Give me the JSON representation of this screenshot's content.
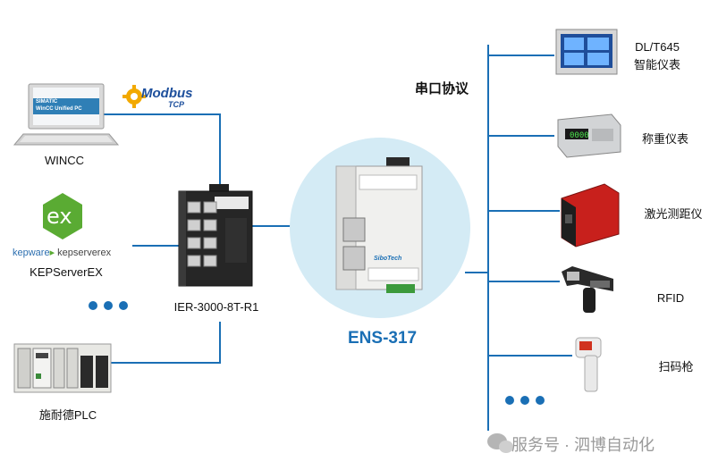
{
  "left_devices": {
    "wincc": {
      "label": "WINCC",
      "screen_line1": "SIMATIC",
      "screen_line2": "WinCC Unified PC"
    },
    "kepserver": {
      "label": "KEPServerEX",
      "logo_text": "ex",
      "brand_kep": "kepware",
      "brand_kse": "kepserverex"
    },
    "plc": {
      "label": "施耐德PLC"
    }
  },
  "modbus": {
    "word": "Modbus",
    "sub": "TCP"
  },
  "switch": {
    "label": "IER-3000-8T-R1"
  },
  "gateway": {
    "label": "ENS-317",
    "brand": "SiboTech"
  },
  "serial_label": "串口协议",
  "right_devices": [
    {
      "label_line1": "DL/T645",
      "label_line2": "智能仪表"
    },
    {
      "label_line1": "称重仪表",
      "label_line2": ""
    },
    {
      "label_line1": "激光测距仪",
      "label_line2": ""
    },
    {
      "label_line1": "RFID",
      "label_line2": ""
    },
    {
      "label_line1": "扫码枪",
      "label_line2": ""
    }
  ],
  "watermark": "服务号 · 泗博自动化",
  "colors": {
    "line": "#1a6fb5",
    "accent": "#1a6fb5",
    "halo": "#d4ebf5"
  }
}
